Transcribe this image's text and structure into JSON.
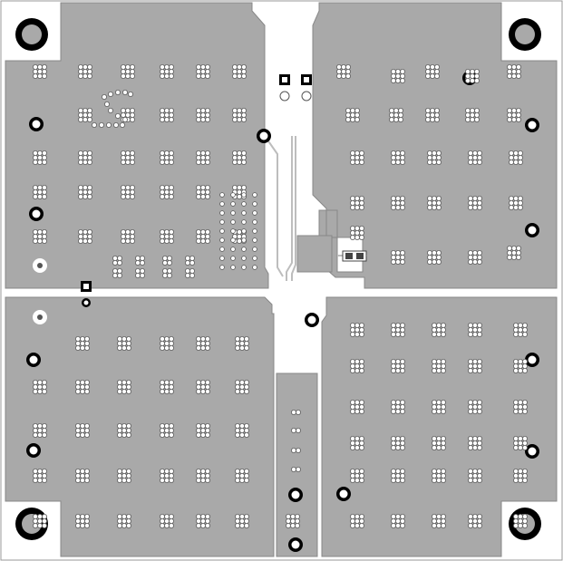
{
  "board": {
    "title": "",
    "colors": {
      "background": "#ffffff",
      "copper": "#a9a9a9",
      "outline": "#777777",
      "via": "#ffffff",
      "via_ring": "#5a5a5a",
      "hole": "#000000",
      "pad": "#ffffff"
    },
    "elements": {
      "mounting_holes": 4,
      "copper_regions": 6,
      "test_points": 14,
      "via_clusters": 60
    }
  }
}
